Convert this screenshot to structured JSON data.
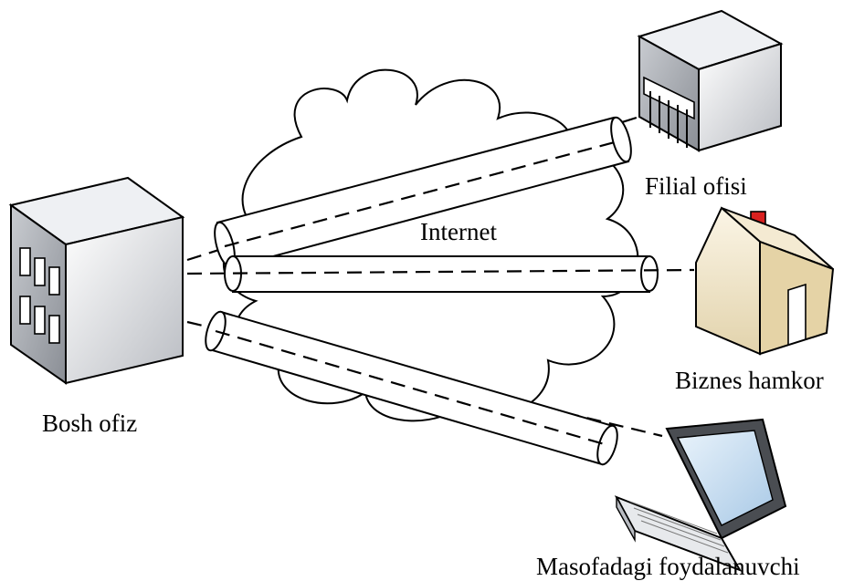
{
  "labels": {
    "cloud": "Internet",
    "head_office": "Bosh ofiz",
    "branch_office": "Filial ofisi",
    "business_partner": "Biznes hamkor",
    "remote_user": "Masofadagi foydalanuvchi"
  },
  "colors": {
    "outline": "#000000",
    "background": "#ffffff",
    "chimney": "#d9201f",
    "house_wall": "#efe2c3",
    "laptop_screen": "#cfe3f3"
  },
  "icons": [
    "office-building-icon",
    "bank-building-icon",
    "house-icon",
    "laptop-icon",
    "cloud-icon"
  ]
}
